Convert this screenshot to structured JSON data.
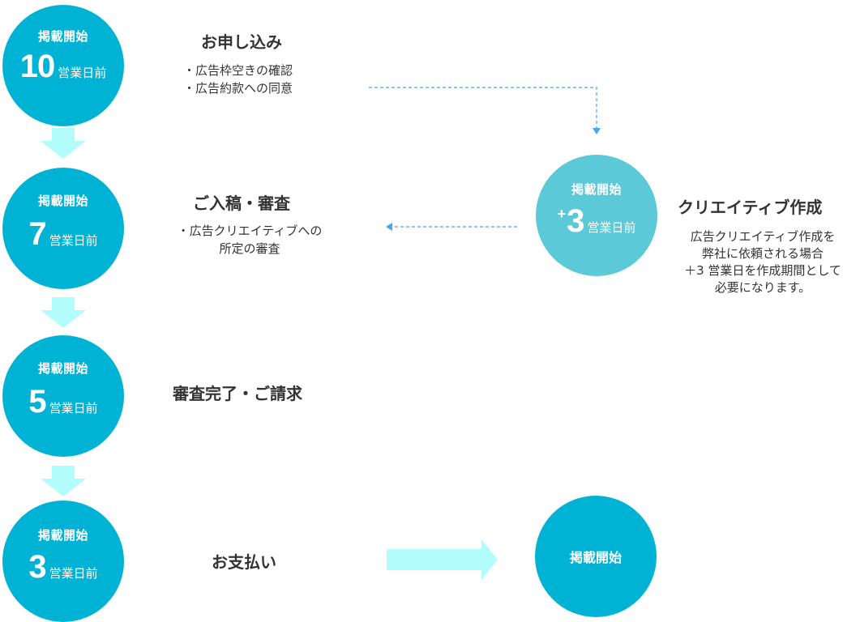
{
  "colors": {
    "step_circle": "#00b3d5",
    "extra_circle": "#5cc9d9",
    "arrow_fill": "#b3fcfc",
    "dashed_line": "#42a8e6",
    "text": "#333333"
  },
  "steps": [
    {
      "circle_top": "掲載開始",
      "circle_number": "10",
      "circle_unit": "営業日前",
      "heading": "お申し込み",
      "bullets": [
        "・広告枠空きの確認",
        "・広告約款への同意"
      ]
    },
    {
      "circle_top": "掲載開始",
      "circle_number": "7",
      "circle_unit": "営業日前",
      "heading": "ご入稿・審査",
      "bullets": [
        "・広告クリエイティブへの",
        "所定の審査"
      ]
    },
    {
      "circle_top": "掲載開始",
      "circle_number": "5",
      "circle_unit": "営業日前",
      "heading": "審査完了・ご請求",
      "bullets": []
    },
    {
      "circle_top": "掲載開始",
      "circle_number": "3",
      "circle_unit": "営業日前",
      "heading": "お支払い",
      "bullets": []
    }
  ],
  "creative": {
    "circle_top": "掲載開始",
    "circle_plus": "+",
    "circle_number": "3",
    "circle_unit": "営業日前",
    "heading": "クリエイティブ作成",
    "note_lines": [
      "広告クリエイティブ作成を",
      "弊社に依頼される場合",
      "＋3 営業日を作成期間として",
      "必要になります。"
    ]
  },
  "final": {
    "label": "掲載開始"
  }
}
